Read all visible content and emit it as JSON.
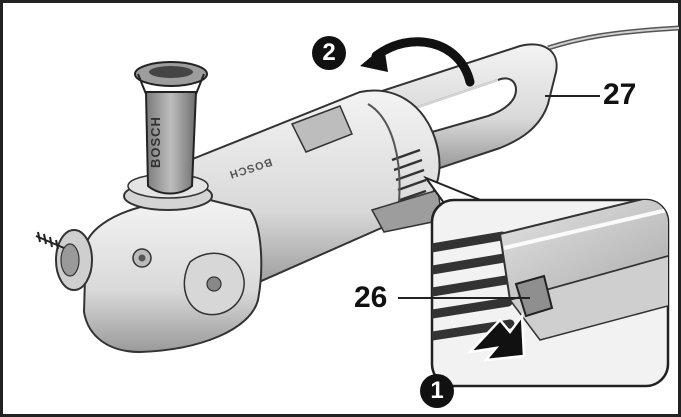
{
  "callouts": {
    "lever": "26",
    "handle": "27"
  },
  "steps": {
    "push": "1",
    "rotate": "2"
  },
  "branding": {
    "grip_text": "BOSCH",
    "body_text": "BOSCH"
  },
  "colors": {
    "frame": "#222222",
    "line_art": "#444444",
    "fill_light": "#e9e9e9",
    "fill_mid": "#cfcfcf",
    "fill_dark": "#8a8a8a",
    "badge": "#111111"
  }
}
